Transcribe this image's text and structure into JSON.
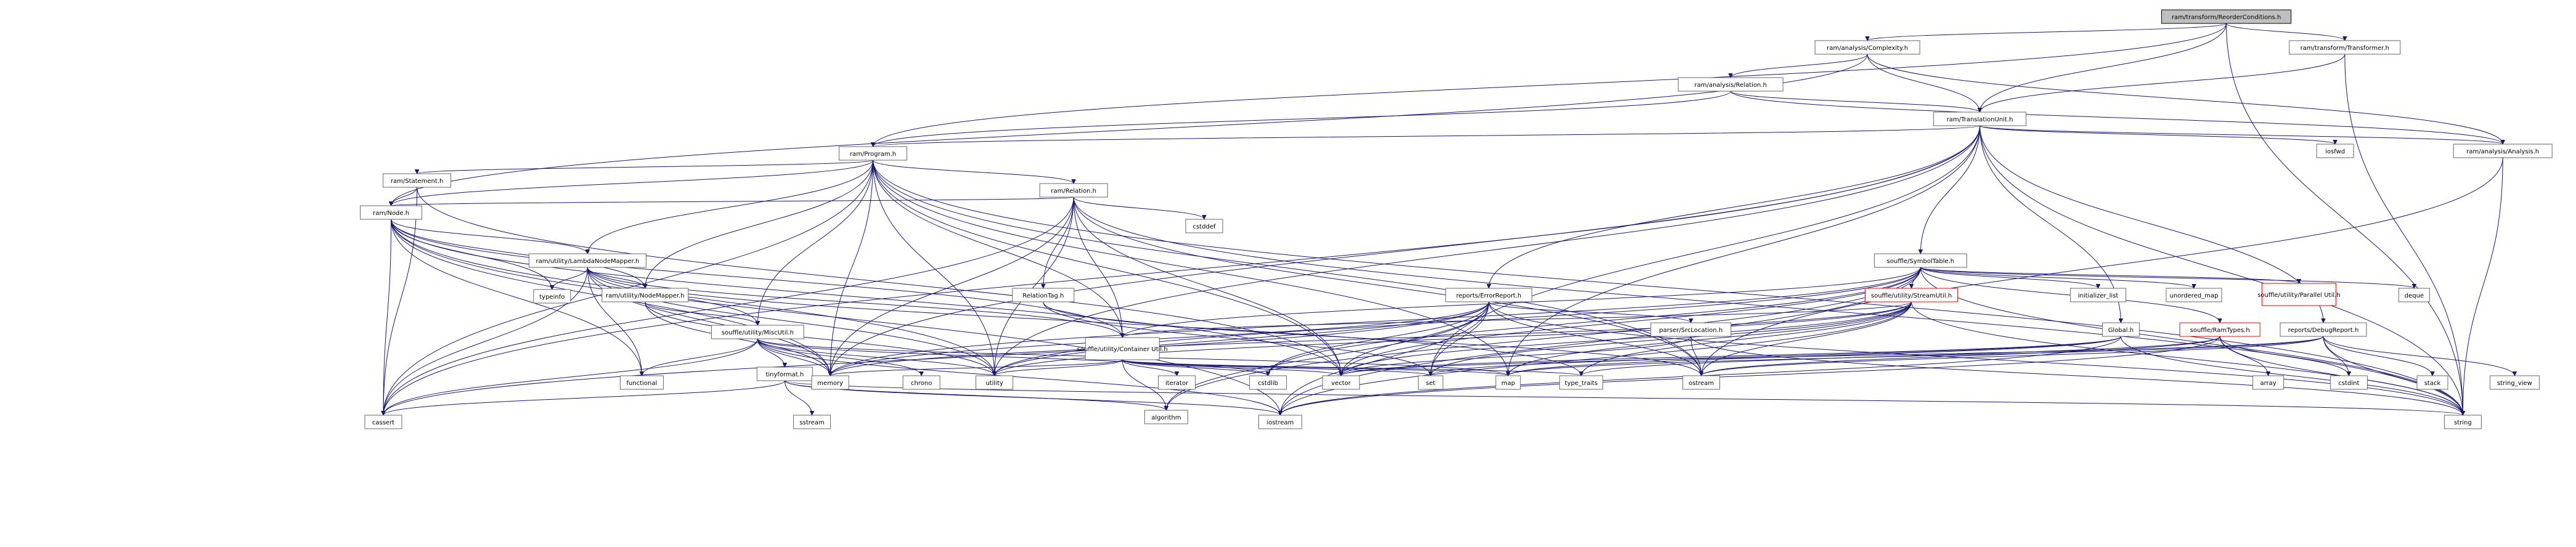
{
  "nodes": [
    {
      "id": "root",
      "label": "ram/transform/ReorderConditions.h"
    },
    {
      "id": "complexity",
      "label": "ram/analysis/Complexity.h"
    },
    {
      "id": "transformer",
      "label": "ram/transform/Transformer.h"
    },
    {
      "id": "relationA",
      "label": "ram/analysis/Relation.h"
    },
    {
      "id": "tu",
      "label": "ram/TranslationUnit.h"
    },
    {
      "id": "analysis",
      "label": "ram/analysis/Analysis.h"
    },
    {
      "id": "program",
      "label": "ram/Program.h"
    },
    {
      "id": "iosfwd",
      "label": "iosfwd"
    },
    {
      "id": "statement",
      "label": "ram/Statement.h"
    },
    {
      "id": "relation",
      "label": "ram/Relation.h"
    },
    {
      "id": "node",
      "label": "ram/Node.h"
    },
    {
      "id": "cstddef",
      "label": "cstddef"
    },
    {
      "id": "symtab",
      "label": "souffle/SymbolTable.h"
    },
    {
      "id": "lambda",
      "label": "ram/utility/LambdaNodeMapper.h"
    },
    {
      "id": "relationtag",
      "label": "RelationTag.h"
    },
    {
      "id": "errorreport",
      "label": "reports/ErrorReport.h"
    },
    {
      "id": "streamutil",
      "label": "souffle/utility/StreamUtil.h"
    },
    {
      "id": "initlist",
      "label": "initializer_list"
    },
    {
      "id": "umap",
      "label": "unordered_map"
    },
    {
      "id": "parallel",
      "label": "souffle/utility/Parallel Util.h"
    },
    {
      "id": "deque",
      "label": "deque"
    },
    {
      "id": "typeinfo",
      "label": "typeinfo"
    },
    {
      "id": "nodemapper",
      "label": "ram/utility/NodeMapper.h"
    },
    {
      "id": "container",
      "label": "souffle/utility/Container Util.h"
    },
    {
      "id": "srcloc",
      "label": "parser/SrcLocation.h"
    },
    {
      "id": "global",
      "label": "Global.h"
    },
    {
      "id": "ramtypes",
      "label": "souffle/RamTypes.h"
    },
    {
      "id": "debugreport",
      "label": "reports/DebugReport.h"
    },
    {
      "id": "miscutil",
      "label": "souffle/utility/MiscUtil.h"
    },
    {
      "id": "tinyformat",
      "label": "tinyformat.h"
    },
    {
      "id": "functional",
      "label": "functional"
    },
    {
      "id": "memory",
      "label": "memory"
    },
    {
      "id": "chrono",
      "label": "chrono"
    },
    {
      "id": "utility",
      "label": "utility"
    },
    {
      "id": "iterator",
      "label": "iterator"
    },
    {
      "id": "cstdlib",
      "label": "cstdlib"
    },
    {
      "id": "vector",
      "label": "vector"
    },
    {
      "id": "set",
      "label": "set"
    },
    {
      "id": "map",
      "label": "map"
    },
    {
      "id": "typetraits",
      "label": "type_traits"
    },
    {
      "id": "ostream",
      "label": "ostream"
    },
    {
      "id": "array",
      "label": "array"
    },
    {
      "id": "cstdint",
      "label": "cstdint"
    },
    {
      "id": "stack",
      "label": "stack"
    },
    {
      "id": "stringview",
      "label": "string_view"
    },
    {
      "id": "cassert",
      "label": "cassert"
    },
    {
      "id": "sstream",
      "label": "sstream"
    },
    {
      "id": "algorithm",
      "label": "algorithm"
    },
    {
      "id": "iostream",
      "label": "iostream"
    },
    {
      "id": "string",
      "label": "string"
    }
  ],
  "edges": [
    [
      "root",
      "complexity"
    ],
    [
      "root",
      "transformer"
    ],
    [
      "root",
      "tu"
    ],
    [
      "root",
      "program"
    ],
    [
      "root",
      "string"
    ],
    [
      "complexity",
      "relationA"
    ],
    [
      "complexity",
      "tu"
    ],
    [
      "complexity",
      "analysis"
    ],
    [
      "complexity",
      "node"
    ],
    [
      "transformer",
      "tu"
    ],
    [
      "transformer",
      "string"
    ],
    [
      "relationA",
      "tu"
    ],
    [
      "relationA",
      "analysis"
    ],
    [
      "relationA",
      "program"
    ],
    [
      "tu",
      "analysis"
    ],
    [
      "tu",
      "program"
    ],
    [
      "tu",
      "iosfwd"
    ],
    [
      "tu",
      "symtab"
    ],
    [
      "tu",
      "global"
    ],
    [
      "tu",
      "debugreport"
    ],
    [
      "tu",
      "errorreport"
    ],
    [
      "tu",
      "cassert"
    ],
    [
      "tu",
      "map"
    ],
    [
      "tu",
      "memory"
    ],
    [
      "tu",
      "set"
    ],
    [
      "tu",
      "string"
    ],
    [
      "tu",
      "utility"
    ],
    [
      "analysis",
      "ostream"
    ],
    [
      "analysis",
      "string"
    ],
    [
      "program",
      "statement"
    ],
    [
      "program",
      "relation"
    ],
    [
      "program",
      "node"
    ],
    [
      "program",
      "lambda"
    ],
    [
      "program",
      "nodemapper"
    ],
    [
      "program",
      "container"
    ],
    [
      "program",
      "miscutil"
    ],
    [
      "program",
      "cassert"
    ],
    [
      "program",
      "map"
    ],
    [
      "program",
      "memory"
    ],
    [
      "program",
      "ostream"
    ],
    [
      "program",
      "string"
    ],
    [
      "program",
      "utility"
    ],
    [
      "program",
      "vector"
    ],
    [
      "statement",
      "node"
    ],
    [
      "statement",
      "cassert"
    ],
    [
      "statement",
      "vector"
    ],
    [
      "relation",
      "node"
    ],
    [
      "relation",
      "relationtag"
    ],
    [
      "relation",
      "container"
    ],
    [
      "relation",
      "cassert"
    ],
    [
      "relation",
      "cstddef"
    ],
    [
      "relation",
      "memory"
    ],
    [
      "relation",
      "ostream"
    ],
    [
      "relation",
      "string"
    ],
    [
      "relation",
      "utility"
    ],
    [
      "relation",
      "vector"
    ],
    [
      "node",
      "lambda"
    ],
    [
      "node",
      "nodemapper"
    ],
    [
      "node",
      "container"
    ],
    [
      "node",
      "cassert"
    ],
    [
      "node",
      "functional"
    ],
    [
      "node",
      "iostream"
    ],
    [
      "node",
      "memory"
    ],
    [
      "node",
      "typeinfo"
    ],
    [
      "node",
      "utility"
    ],
    [
      "node",
      "vector"
    ],
    [
      "lambda",
      "nodemapper"
    ],
    [
      "lambda",
      "container"
    ],
    [
      "lambda",
      "miscutil"
    ],
    [
      "lambda",
      "cassert"
    ],
    [
      "lambda",
      "functional"
    ],
    [
      "lambda",
      "memory"
    ],
    [
      "lambda",
      "typeinfo"
    ],
    [
      "lambda",
      "type_traits"
    ],
    [
      "lambda",
      "utility"
    ],
    [
      "nodemapper",
      "miscutil"
    ],
    [
      "nodemapper",
      "memory"
    ],
    [
      "nodemapper",
      "utility"
    ],
    [
      "relationtag",
      "ostream"
    ],
    [
      "relationtag",
      "set"
    ],
    [
      "symtab",
      "container"
    ],
    [
      "symtab",
      "parallel"
    ],
    [
      "symtab",
      "ramtypes"
    ],
    [
      "symtab",
      "streamutil"
    ],
    [
      "symtab",
      "algorithm"
    ],
    [
      "symtab",
      "cstdlib"
    ],
    [
      "symtab",
      "deque"
    ],
    [
      "symtab",
      "initlist"
    ],
    [
      "symtab",
      "iostream"
    ],
    [
      "symtab",
      "memory"
    ],
    [
      "symtab",
      "string"
    ],
    [
      "symtab",
      "umap"
    ],
    [
      "symtab",
      "utility"
    ],
    [
      "symtab",
      "vector"
    ],
    [
      "errorreport",
      "srcloc"
    ],
    [
      "errorreport",
      "algorithm"
    ],
    [
      "errorreport",
      "cassert"
    ],
    [
      "errorreport",
      "cstdlib"
    ],
    [
      "errorreport",
      "iostream"
    ],
    [
      "errorreport",
      "memory"
    ],
    [
      "errorreport",
      "ostream"
    ],
    [
      "errorreport",
      "set"
    ],
    [
      "errorreport",
      "string"
    ],
    [
      "errorreport",
      "utility"
    ],
    [
      "errorreport",
      "vector"
    ],
    [
      "streamutil",
      "container"
    ],
    [
      "streamutil",
      "map"
    ],
    [
      "streamutil",
      "memory"
    ],
    [
      "streamutil",
      "ostream"
    ],
    [
      "streamutil",
      "set"
    ],
    [
      "streamutil",
      "string"
    ],
    [
      "streamutil",
      "type_traits"
    ],
    [
      "streamutil",
      "utility"
    ],
    [
      "streamutil",
      "vector"
    ],
    [
      "streamutil",
      "iostream"
    ],
    [
      "container",
      "algorithm"
    ],
    [
      "container",
      "cstdlib"
    ],
    [
      "container",
      "iterator"
    ],
    [
      "container",
      "map"
    ],
    [
      "container",
      "memory"
    ],
    [
      "container",
      "set"
    ],
    [
      "container",
      "type_traits"
    ],
    [
      "container",
      "utility"
    ],
    [
      "container",
      "vector"
    ],
    [
      "miscutil",
      "tinyformat"
    ],
    [
      "miscutil",
      "cassert"
    ],
    [
      "miscutil",
      "chrono"
    ],
    [
      "miscutil",
      "cstdlib"
    ],
    [
      "miscutil",
      "functional"
    ],
    [
      "miscutil",
      "iostream"
    ],
    [
      "miscutil",
      "map"
    ],
    [
      "miscutil",
      "memory"
    ],
    [
      "miscutil",
      "utility"
    ],
    [
      "tinyformat",
      "algorithm"
    ],
    [
      "tinyformat",
      "cassert"
    ],
    [
      "tinyformat",
      "iostream"
    ],
    [
      "tinyformat",
      "sstream"
    ],
    [
      "tinyformat",
      "string"
    ],
    [
      "srcloc",
      "ostream"
    ],
    [
      "srcloc",
      "string"
    ],
    [
      "srcloc",
      "vector"
    ],
    [
      "global",
      "map"
    ],
    [
      "global",
      "iostream"
    ],
    [
      "global",
      "string"
    ],
    [
      "global",
      "vector"
    ],
    [
      "global",
      "set"
    ],
    [
      "ramtypes",
      "array"
    ],
    [
      "ramtypes",
      "cstdint"
    ],
    [
      "ramtypes",
      "ostream"
    ],
    [
      "ramtypes",
      "type_traits"
    ],
    [
      "ramtypes",
      "string"
    ],
    [
      "ramtypes",
      "iostream"
    ],
    [
      "debugreport",
      "cstdint"
    ],
    [
      "debugreport",
      "map"
    ],
    [
      "debugreport",
      "stack"
    ],
    [
      "debugreport",
      "stringview"
    ],
    [
      "debugreport",
      "ostream"
    ],
    [
      "debugreport",
      "string"
    ],
    [
      "debugreport",
      "vector"
    ]
  ]
}
